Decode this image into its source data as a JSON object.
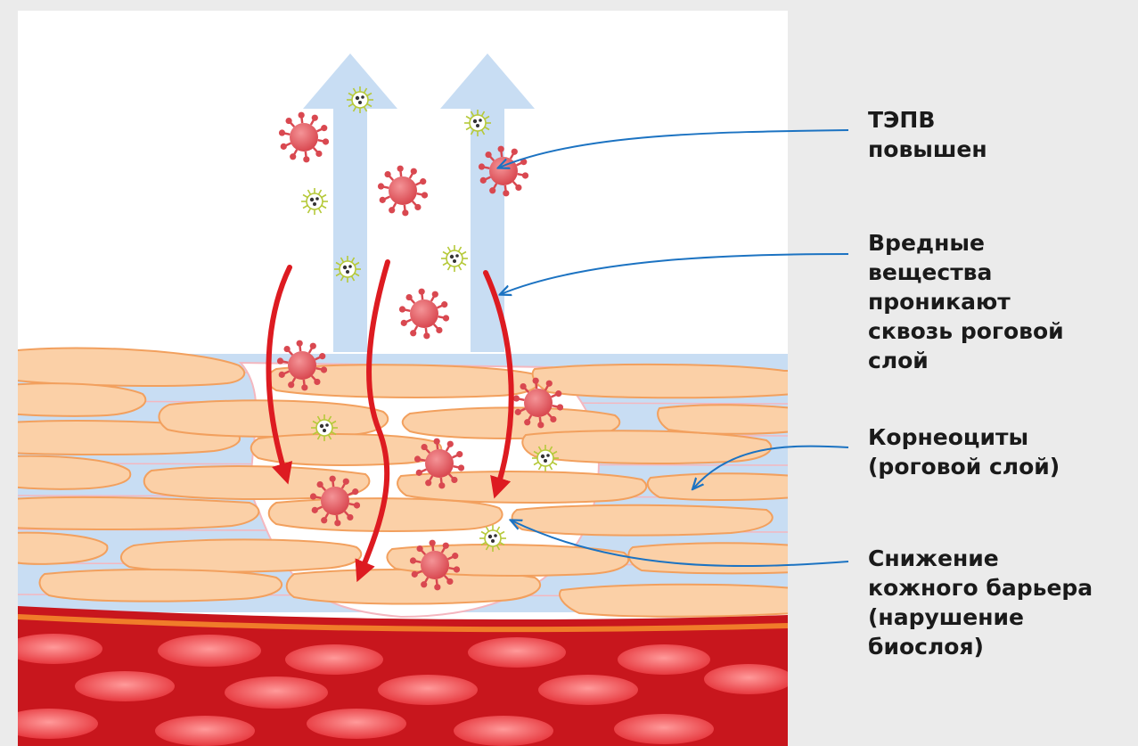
{
  "diagram": {
    "labels": [
      "ТЭПВ\nповышен",
      "Вредные\nвещества\nпроникают\nсквозь роговой\nслой",
      "Корнеоциты\n(роговой слой)",
      "Снижение\nкожного барьера\n(нарушение\nбиослоя)"
    ]
  },
  "colors": {
    "background": "#ebebeb",
    "panel": "#ffffff",
    "cell_fill": "#fbd0a7",
    "cell_stroke": "#f2a05e",
    "lipid": "#c8ddf3",
    "blood": "#c8161d",
    "blood_cell": "#ee6163",
    "penetration_arrow": "#dd1b21",
    "tepw_arrow": "#c8ddf3",
    "pointer_line": "#1c73c2",
    "virus": "#e36065",
    "bacteria": "#b6c93a"
  }
}
